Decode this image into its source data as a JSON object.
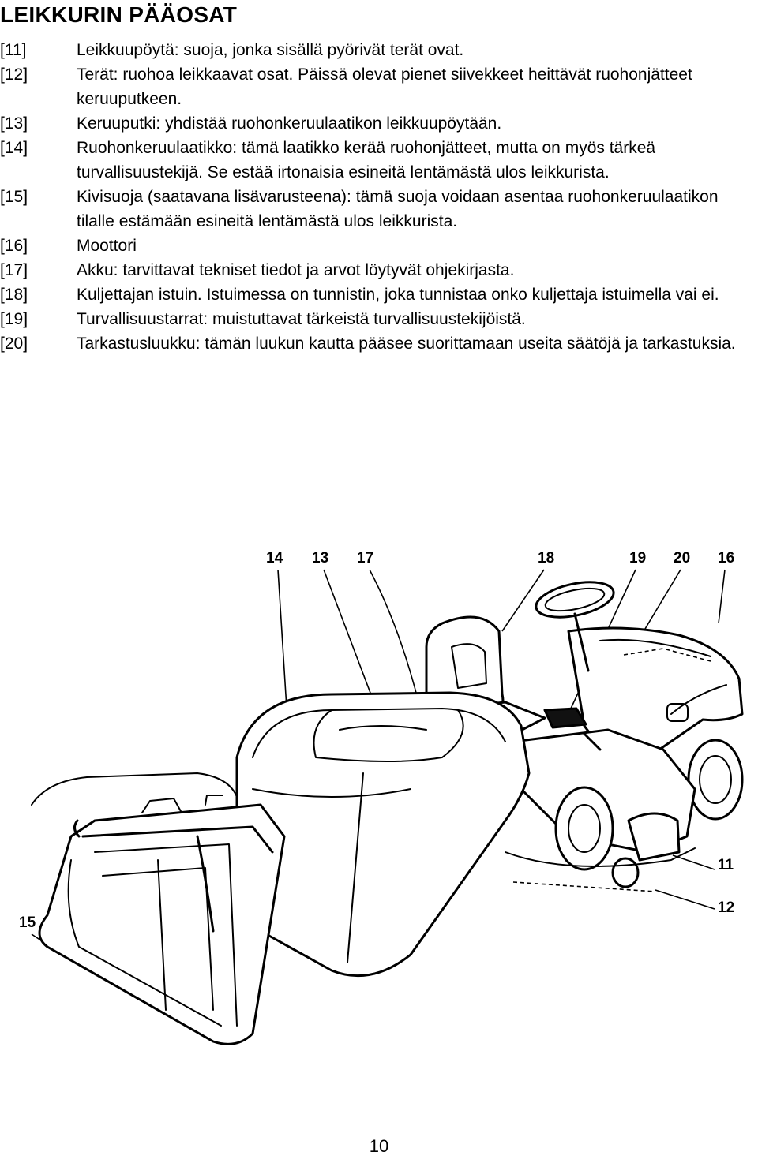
{
  "heading": "LEIKKURIN PÄÄOSAT",
  "parts": [
    {
      "num": "[11]",
      "text": "Leikkuupöytä: suoja, jonka sisällä pyörivät terät ovat."
    },
    {
      "num": "[12]",
      "text": "Terät: ruohoa leikkaavat osat. Päissä olevat pienet siivekkeet heittävät ruohonjätteet keruuputkeen."
    },
    {
      "num": "[13]",
      "text": "Keruuputki: yhdistää ruohonkeruulaatikon leikkuupöytään."
    },
    {
      "num": "[14]",
      "text": "Ruohonkeruulaatikko: tämä laatikko kerää ruohonjätteet, mutta on myös tärkeä turvallisuustekijä. Se estää irtonaisia esineitä lentämästä ulos leikkurista."
    },
    {
      "num": "[15]",
      "text": "Kivisuoja (saatavana lisävarusteena): tämä suoja voidaan asentaa ruohonkeruulaatikon tilalle estämään esineitä lentämästä ulos leikkurista."
    },
    {
      "num": "[16]",
      "text": "Moottori"
    },
    {
      "num": "[17]",
      "text": "Akku: tarvittavat tekniset tiedot ja arvot löytyvät ohjekirjasta."
    },
    {
      "num": "[18]",
      "text": "Kuljettajan istuin. Istuimessa on tunnistin, joka tunnistaa onko kuljettaja istuimella vai ei."
    },
    {
      "num": "[19]",
      "text": "Turvallisuustarrat: muistuttavat tärkeistä turvallisuustekijöistä."
    },
    {
      "num": "[20]",
      "text": "Tarkastusluukku: tämän luukun kautta pääsee suorittamaan useita säätöjä ja tarkastuksia."
    }
  ],
  "figure": {
    "callouts": [
      "14",
      "13",
      "17",
      "18",
      "19",
      "20",
      "16",
      "11",
      "12",
      "15"
    ]
  },
  "page_number": "10"
}
